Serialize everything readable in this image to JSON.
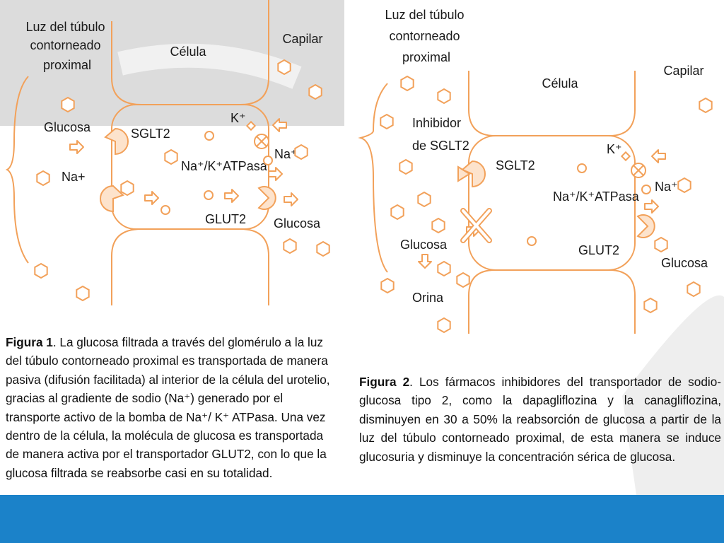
{
  "brand_colors": {
    "accent": "#f2a15a",
    "footer": "#1b82c9",
    "header_band": "#dcdcdc"
  },
  "figure1": {
    "lumen_label": [
      "Luz del túbulo",
      "contorneado",
      "proximal"
    ],
    "cell_label": "Célula",
    "capillary_label": "Capilar",
    "glucose_in": "Glucosa",
    "sodium_in": "Na+",
    "sglt2": "SGLT2",
    "k_ion": "K⁺",
    "na_k_atpase": "Na⁺/K⁺ATPasa",
    "na_out": "Na⁺",
    "glut2": "GLUT2",
    "glucose_out": "Glucosa",
    "caption_title": "Figura 1",
    "caption_text": ". La glucosa filtrada a través del glomérulo a la luz del túbulo contorneado proximal es transportada de manera pasiva (difusión facilitada) al interior de la célula del urotelio, gracias al gradiente de sodio (Na⁺) generado por el transporte activo de la bomba de Na⁺/ K⁺ ATPasa. Una vez dentro de la célula, la molécula de glucosa es transportada de manera activa por el transportador GLUT2, con lo que la glucosa filtrada se reabsorbe casi en su totalidad."
  },
  "figure2": {
    "lumen_label": [
      "Luz del túbulo",
      "contorneado",
      "proximal"
    ],
    "cell_label": "Célula",
    "capillary_label": "Capilar",
    "inhibitor_label": [
      "Inhibidor",
      "de SGLT2"
    ],
    "sglt2": "SGLT2",
    "k_ion": "K⁺",
    "na_out": "Na⁺",
    "na_k_atpase": "Na⁺/K⁺ATPasa",
    "glucose_lumen": "Glucosa",
    "glut2": "GLUT2",
    "glucose_out": "Glucosa",
    "urine": "Orina",
    "caption_title": "Figura 2",
    "caption_text": ". Los fármacos inhibidores del transportador de sodio-glucosa tipo 2, como la dapagliflozina y la canagliflozina, disminuyen en 30 a 50% la reabsorción de glucosa a partir de la luz del túbulo contorneado proximal, de esta manera se induce glucosuria y disminuye la concentración sérica de glucosa."
  }
}
